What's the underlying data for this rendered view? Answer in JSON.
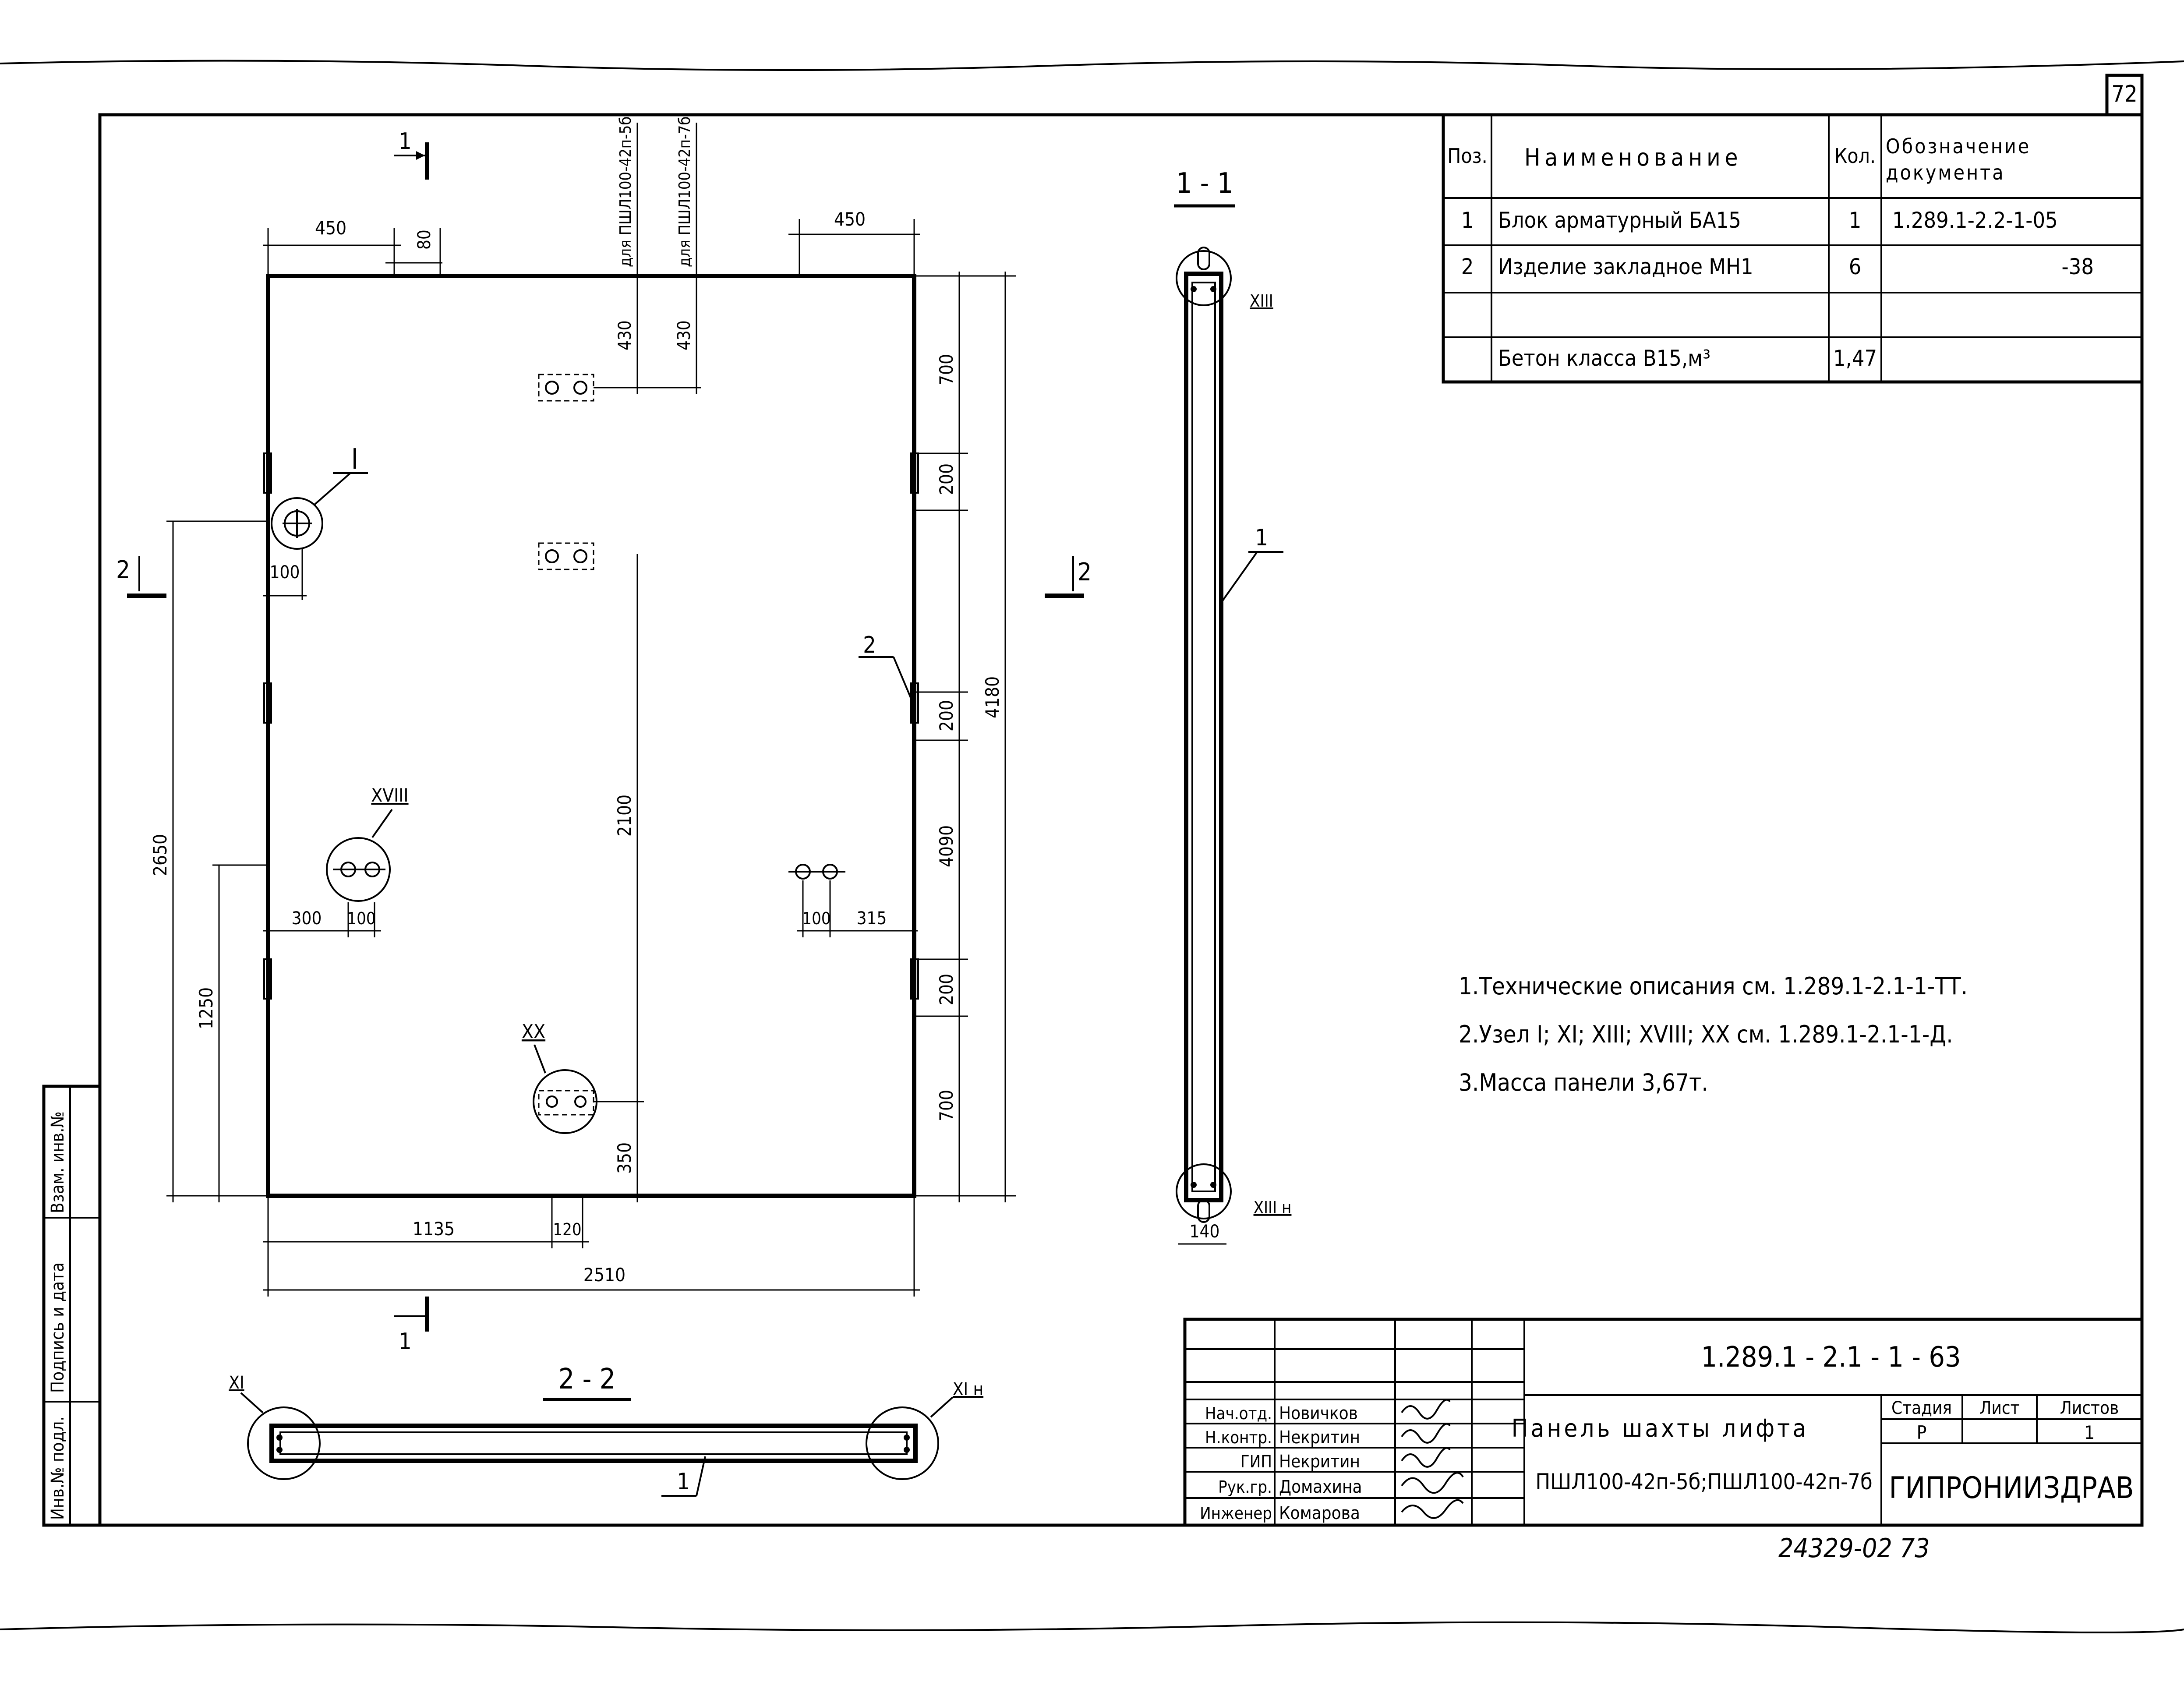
{
  "sheet_number": "72",
  "spec_table": {
    "headers": {
      "pos": "Поз.",
      "name": "Наименование",
      "qty": "Кол.",
      "doc": "Обозначение документа"
    },
    "rows": [
      {
        "pos": "1",
        "name": "Блок арматурный БА15",
        "qty": "1",
        "doc": "1.289.1-2.2-1-05"
      },
      {
        "pos": "2",
        "name": "Изделие закладное МН1",
        "qty": "6",
        "doc": "-38"
      },
      {
        "pos": "",
        "name": "",
        "qty": "",
        "doc": ""
      },
      {
        "pos": "",
        "name": "Бетон класса В15,м³",
        "qty": "1,47",
        "doc": ""
      }
    ]
  },
  "notes": [
    "1.Технические описания см. 1.289.1-2.1-1-ТТ.",
    "2.Узел I; XI; XIII; XVIII; XX см. 1.289.1-2.1-1-Д.",
    "3.Масса панели 3,67т."
  ],
  "section_labels": {
    "s11": "1 - 1",
    "s22": "2 - 2",
    "cut1": "1",
    "cut2": "2"
  },
  "vertical_labels": {
    "dla1": "для ПШЛ100-42п-5б",
    "dla2": "для ПШЛ100-42п-7б"
  },
  "node_labels": {
    "n1": "I",
    "n18": "XVIII",
    "n20": "XX",
    "n13": "XIII",
    "n13h": "XIII н",
    "n11": "XI",
    "n11h": "XI н",
    "pos1": "1",
    "pos2": "2"
  },
  "dimensions": {
    "top_left": "450",
    "top_80": "80",
    "top_right": "450",
    "v430a": "430",
    "v430b": "430",
    "r700a": "700",
    "r200a": "200",
    "r200b": "200",
    "r4090": "4090",
    "r200c": "200",
    "r700b": "700",
    "r4180": "4180",
    "l2650": "2650",
    "l1250": "1250",
    "l100": "100",
    "v2100": "2100",
    "v350": "350",
    "d300": "300",
    "d100a": "100",
    "d100b": "100",
    "d315": "315",
    "b1135": "1135",
    "b120": "120",
    "b2510": "2510",
    "s140": "140"
  },
  "side_stamp": {
    "c1": "Инв.№ подл.",
    "c2": "Подпись и дата",
    "c3": "Взам. инв.№"
  },
  "title_block": {
    "code": "1.289.1 - 2.1 - 1 - 63",
    "title1": "Панель шахты лифта",
    "title2": "ПШЛ100-42п-5б;ПШЛ100-42п-7б",
    "stage_h": "Стадия",
    "sheet_h": "Лист",
    "sheets_h": "Листов",
    "stage": "Р",
    "sheet": "",
    "sheets": "1",
    "org": "ГИПРОНИИЗДРАВ",
    "roles": [
      {
        "role": "Нач.отд.",
        "name": "Новичков"
      },
      {
        "role": "Н.контр.",
        "name": "Некритин"
      },
      {
        "role": "ГИП",
        "name": "Некритин"
      },
      {
        "role": "Рук.гр.",
        "name": "Домахина"
      },
      {
        "role": "Инженер",
        "name": "Комарова"
      }
    ]
  },
  "archive_number": "24329-02 73"
}
